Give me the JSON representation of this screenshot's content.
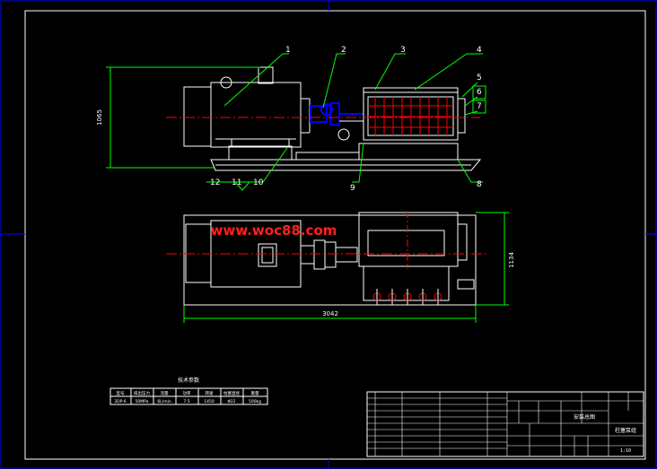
{
  "drawing": {
    "balloons": [
      "1",
      "2",
      "3",
      "4",
      "5",
      "6",
      "7",
      "8",
      "9",
      "10",
      "11",
      "12"
    ],
    "dimensions": {
      "side_height": "1065",
      "plan_width": "1134",
      "plan_length": "3042"
    },
    "watermark": "www.woc88.com",
    "params_table": {
      "title": "技术参数",
      "headers": [
        "型号",
        "排出压力",
        "流量",
        "功率",
        "转速",
        "柱塞直径",
        "重量"
      ],
      "row": [
        "3DP-6",
        "50MPa",
        "6L/min",
        "7.5",
        "1450",
        "Φ22",
        "500kg"
      ]
    },
    "title_block": {
      "drawing_title": "安装总图",
      "part_name": "柱塞泵组",
      "scale": "1:10"
    }
  },
  "colors": {
    "background": "#000000",
    "frame": "#ffffff",
    "equipment": "#ff0000",
    "dimension": "#00ff00",
    "leader": "#00ff00",
    "pump": "#ffffff",
    "coupling": "#0000ff",
    "watermark": "#ff2020"
  }
}
